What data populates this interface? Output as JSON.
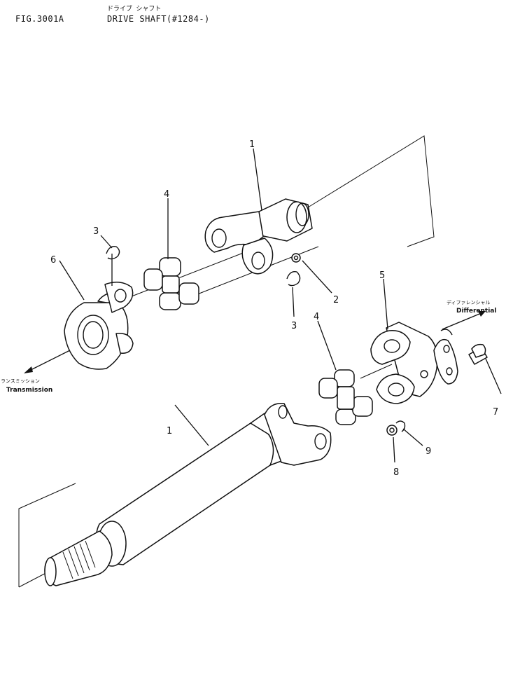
{
  "header": {
    "figure_number": "FIG.3001A",
    "title_jp": "ドライブ シャフト",
    "title_en": "DRIVE SHAFT(#1284-)"
  },
  "directions": {
    "transmission_jp": "トランスミッション",
    "transmission_en": "Transmission",
    "differential_jp": "ディファレンシャル",
    "differential_en": "Differential"
  },
  "callouts": [
    {
      "id": "upper-shaft",
      "label": "1"
    },
    {
      "id": "lower-shaft",
      "label": "1"
    },
    {
      "id": "grease-fitting",
      "label": "2"
    },
    {
      "id": "snap-ring-left",
      "label": "3"
    },
    {
      "id": "snap-ring-right",
      "label": "3"
    },
    {
      "id": "spider-upper",
      "label": "4"
    },
    {
      "id": "spider-lower",
      "label": "4"
    },
    {
      "id": "flange-yoke-right",
      "label": "5"
    },
    {
      "id": "flange-yoke-left",
      "label": "6"
    },
    {
      "id": "bolt",
      "label": "7"
    },
    {
      "id": "nut",
      "label": "8"
    },
    {
      "id": "washer",
      "label": "9"
    }
  ]
}
